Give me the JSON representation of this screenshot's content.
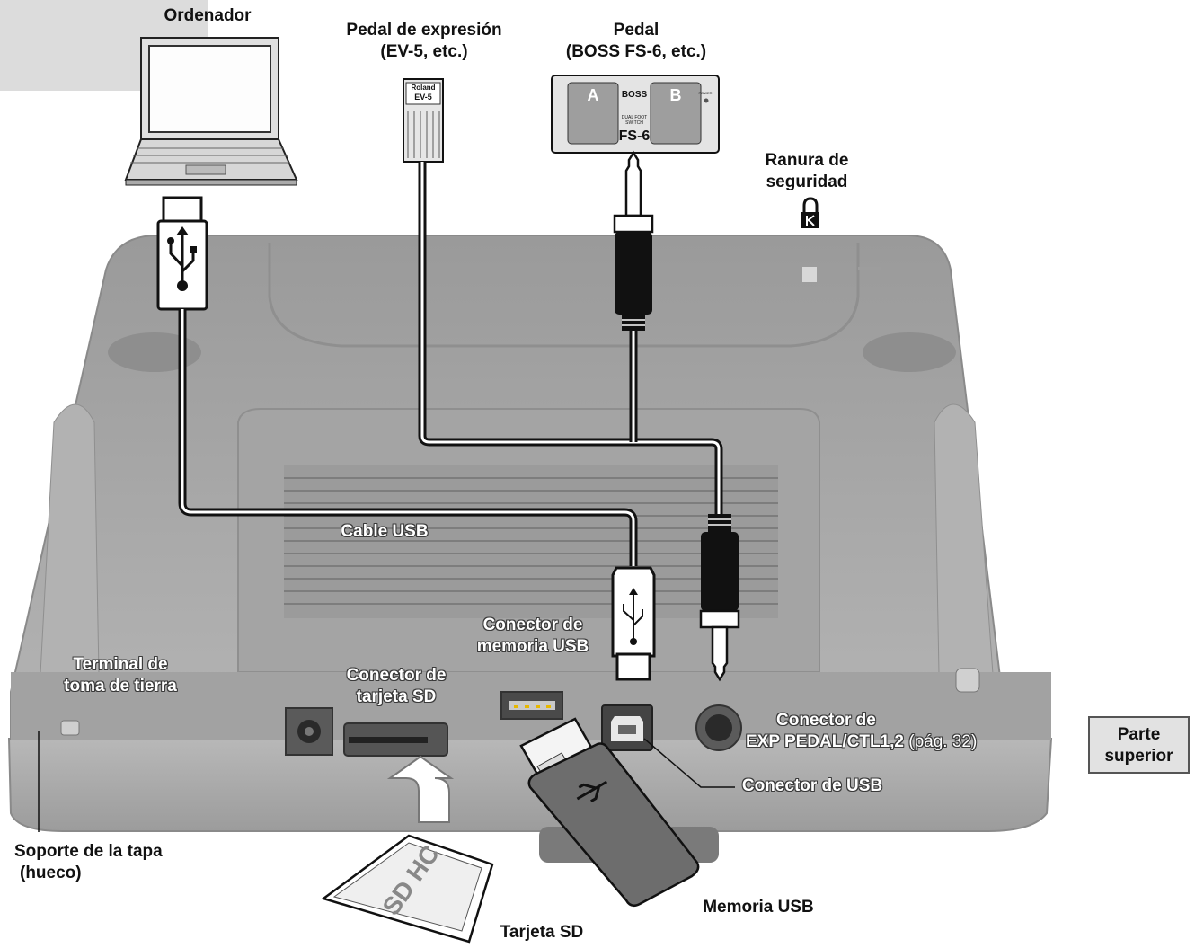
{
  "labels": {
    "ordenador": "Ordenador",
    "pedal_expresion_1": "Pedal de expresión",
    "pedal_expresion_2": "(EV-5, etc.)",
    "pedal_1": "Pedal",
    "pedal_2": "(BOSS FS-6, etc.)",
    "ranura_1": "Ranura de",
    "ranura_2": "seguridad",
    "cable_usb": "Cable USB",
    "conector_memoria_1": "Conector de",
    "conector_memoria_2": "memoria USB",
    "terminal_1": "Terminal de",
    "terminal_2": "toma de tierra",
    "conector_sd_1": "Conector de",
    "conector_sd_2": "tarjeta SD",
    "conector_exp_1": "Conector de",
    "conector_exp_2": "EXP PEDAL/CTL1,2",
    "conector_exp_page": "(pág. 32)",
    "conector_usb": "Conector de USB",
    "soporte_1": "Soporte de la tapa",
    "soporte_2": "(hueco)",
    "memoria_usb": "Memoria USB",
    "tarjeta_sd": "Tarjeta SD",
    "parte_1": "Parte",
    "parte_2": "superior"
  },
  "device_text": {
    "ev5_brand": "Roland",
    "ev5_model": "EV-5",
    "fs6_a": "A",
    "fs6_b": "B",
    "fs6_brand": "BOSS",
    "fs6_sub": "DUAL FOOT SWITCH",
    "fs6_model": "FS-6",
    "fs6_power": "POWER",
    "sd_logo": "SD HC"
  },
  "colors": {
    "device_body": "#a9a9a9",
    "device_dark": "#8e8e8e",
    "cable": "#111111",
    "label_box": "#e2e2e2"
  }
}
